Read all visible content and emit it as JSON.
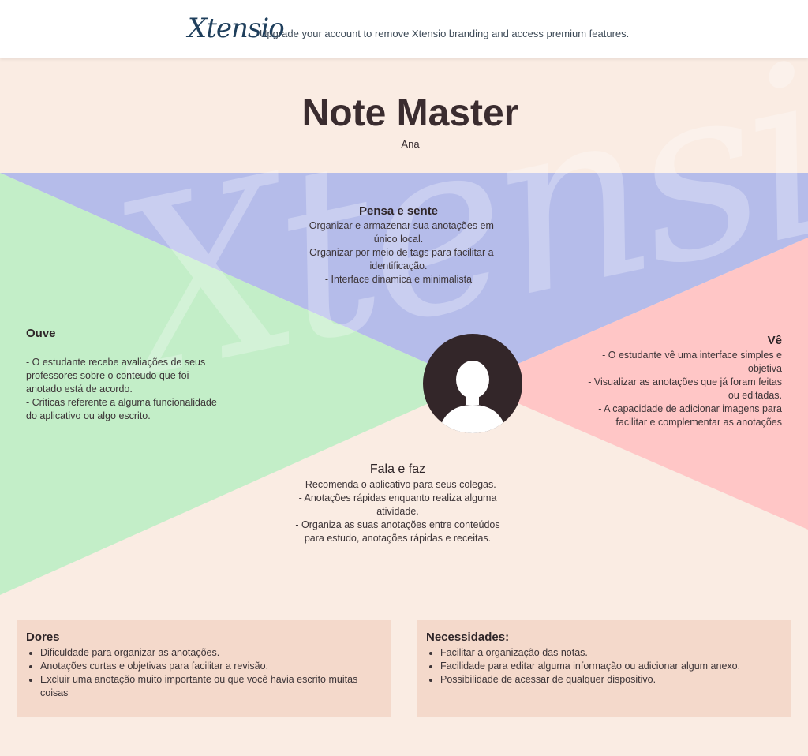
{
  "topbar": {
    "brand": "Xtensio",
    "upgrade_text": "Upgrade your account to remove Xtensio branding and access premium features."
  },
  "header": {
    "title": "Note Master",
    "persona": "Ana"
  },
  "colors": {
    "background": "#faece3",
    "think_feel": "#b5bcea",
    "hear": "#c3eec8",
    "see": "#ffc6c6",
    "card": "#f4d9cb",
    "avatar": "#332629"
  },
  "quadrants": {
    "pensa": {
      "title": "Pensa e sente",
      "items": [
        "- Organizar e armazenar sua anotações em único local.",
        "- Organizar por meio de tags para facilitar a identificação.",
        "- Interface dinamica e minimalista"
      ]
    },
    "ouve": {
      "title": "Ouve",
      "items": [
        "- O estudante recebe avaliações de seus professores sobre o conteudo que foi anotado está de acordo.",
        "- Criticas referente a alguma funcionalidade do aplicativo ou algo escrito."
      ]
    },
    "ve": {
      "title": "Vê",
      "items": [
        "- O estudante vê uma interface simples e objetiva",
        "- Visualizar as anotações que já foram feitas ou editadas.",
        "- A capacidade de adicionar imagens para facilitar e complementar as anotações"
      ]
    },
    "fala": {
      "title": "Fala e faz",
      "items": [
        "- Recomenda o aplicativo para seus colegas.",
        "- Anotações rápidas enquanto realiza alguma atividade.",
        "- Organiza as suas anotações entre conteúdos para estudo, anotações rápidas e receitas."
      ]
    }
  },
  "avatar": {
    "icon": "user-silhouette-icon"
  },
  "cards": {
    "dores": {
      "title": "Dores",
      "items": [
        "Dificuldade para organizar as anotações.",
        "Anotações curtas e objetivas para facilitar a revisão.",
        "Excluir uma anotação muito importante ou que você havia escrito muitas coisas"
      ]
    },
    "necessidades": {
      "title": "Necessidades:",
      "items": [
        "Facilitar a organização das notas.",
        "Facilidade para editar alguma informação ou adicionar algum anexo.",
        "Possibilidade de acessar de qualquer dispositivo."
      ]
    }
  }
}
